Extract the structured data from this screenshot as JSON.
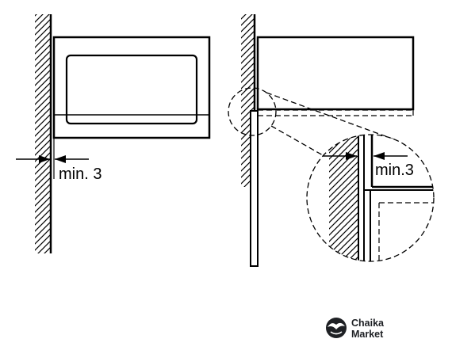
{
  "labels": {
    "left_clearance": "min. 3",
    "detail_clearance": "min.3"
  },
  "watermark": {
    "line1": "Chaika",
    "line2": "Market",
    "logo_icon": "bird-circle-icon"
  },
  "colors": {
    "ink": "#000000",
    "background": "#ffffff",
    "logo": "#1e2024"
  }
}
